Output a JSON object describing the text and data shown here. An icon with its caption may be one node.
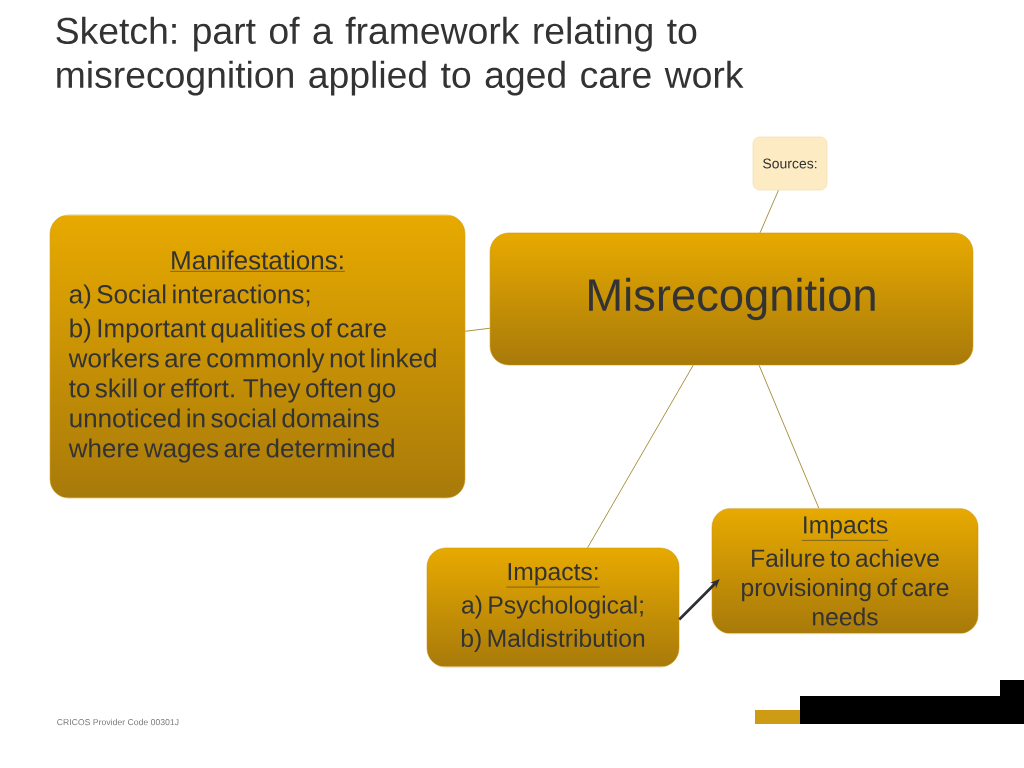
{
  "diagram": {
    "title": "Sketch: part of a framework relating to misrecognition applied to aged care work",
    "nodes": [
      {
        "text": [
          "Sources:"
        ]
      },
      {
        "text": [
          "Misrecognition"
        ]
      },
      {
        "text": [
          "Manifestations:",
          "a) Social interactions;",
          "b) Important qualities of care workers are commonly not linked to skill or effort. They often go unnoticed in social domains where wages are determined"
        ]
      },
      {
        "text": [
          "Impacts:",
          "a) Psychological;",
          "b) Maldistribution"
        ]
      },
      {
        "text": [
          "Impacts",
          "Failure to achieve provisioning of care needs"
        ]
      }
    ],
    "edges": [
      {
        "from": 0,
        "to": 1,
        "arrow": "none"
      },
      {
        "from": 2,
        "to": 1,
        "arrow": "none"
      },
      {
        "from": 1,
        "to": 3,
        "arrow": "none"
      },
      {
        "from": 1,
        "to": 4,
        "arrow": "none"
      },
      {
        "from": 3,
        "to": 4,
        "arrow": "to",
        "style": "thick",
        "color": "#2b2f33"
      }
    ],
    "labels": [
      "CRICOS Provider Code 00301J"
    ]
  }
}
